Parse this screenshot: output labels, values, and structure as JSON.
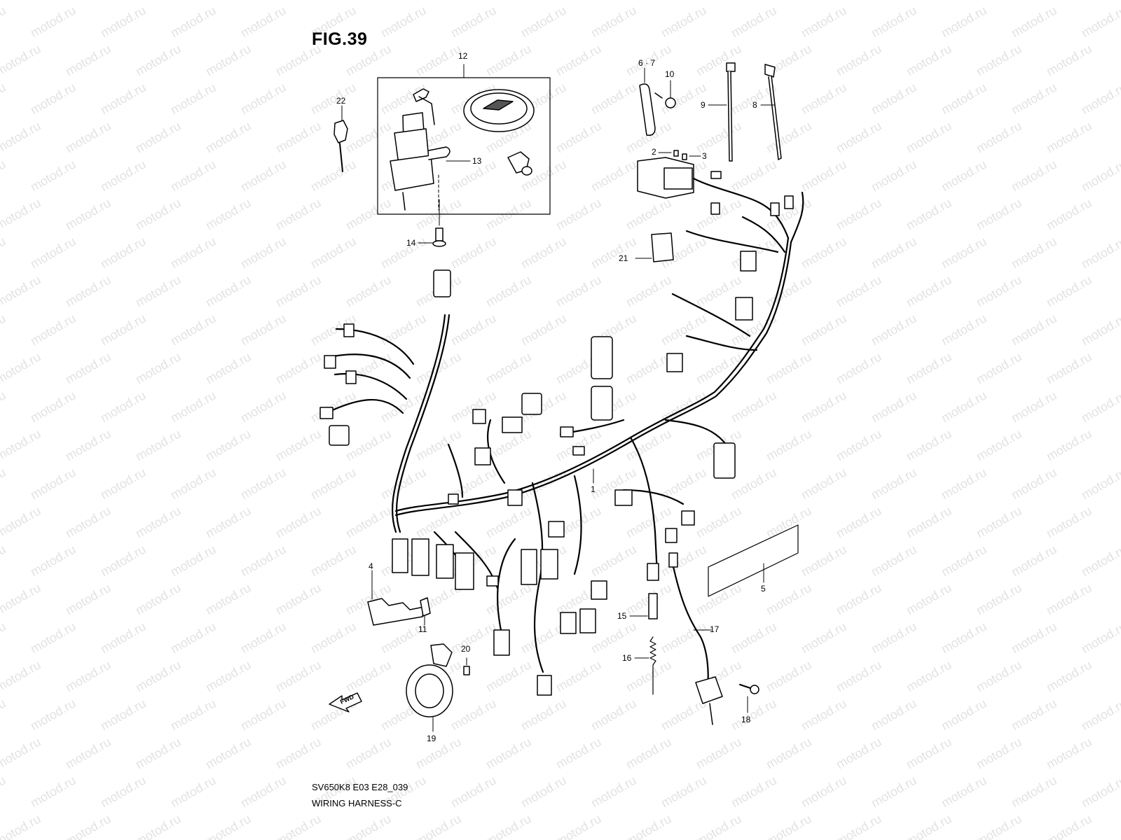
{
  "figure": {
    "title": "FIG.39",
    "code": "SV650K8 E03 E28_039",
    "caption": "WIRING HARNESS-C",
    "fwd_label": "FWD",
    "watermark": "motod.ru"
  },
  "callouts": [
    {
      "id": "1",
      "label": "1"
    },
    {
      "id": "2",
      "label": "2"
    },
    {
      "id": "3",
      "label": "3"
    },
    {
      "id": "4",
      "label": "4"
    },
    {
      "id": "5",
      "label": "5"
    },
    {
      "id": "6-7",
      "label": "6 · 7"
    },
    {
      "id": "8",
      "label": "8"
    },
    {
      "id": "9",
      "label": "9"
    },
    {
      "id": "10",
      "label": "10"
    },
    {
      "id": "11",
      "label": "11"
    },
    {
      "id": "12",
      "label": "12"
    },
    {
      "id": "13",
      "label": "13"
    },
    {
      "id": "14",
      "label": "14"
    },
    {
      "id": "15",
      "label": "15"
    },
    {
      "id": "16",
      "label": "16"
    },
    {
      "id": "17",
      "label": "17"
    },
    {
      "id": "18",
      "label": "18"
    },
    {
      "id": "19",
      "label": "19"
    },
    {
      "id": "20",
      "label": "20"
    },
    {
      "id": "21",
      "label": "21"
    },
    {
      "id": "22",
      "label": "22"
    }
  ]
}
